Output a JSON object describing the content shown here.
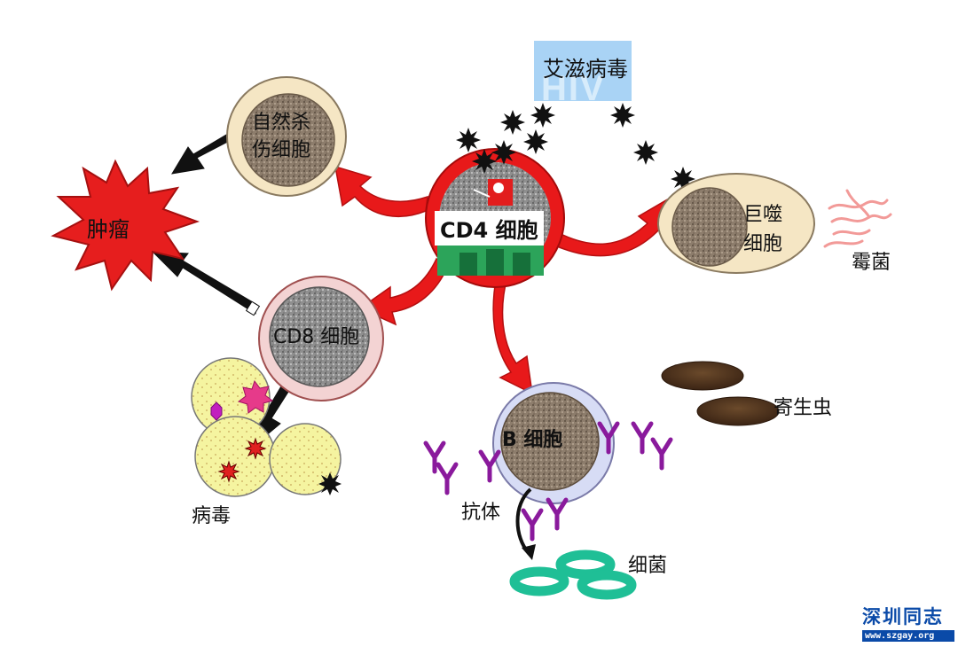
{
  "labels": {
    "aids_virus": "艾滋病毒",
    "hiv": "HIV",
    "cd4_cell": "CD4 细胞",
    "nk_cell": "自然杀\n伤细胞",
    "tumor": "肿瘤",
    "cd8_cell": "CD8 细胞",
    "virus": "病毒",
    "b_cell": "B 细胞",
    "antibody": "抗体",
    "bacteria": "细菌",
    "macrophage": "巨噬\n细胞",
    "mold": "霉菌",
    "parasite": "寄生虫"
  },
  "watermark": {
    "name": "深圳同志",
    "url": "www.szgay.org"
  },
  "colors": {
    "arrow_red": "#e8191a",
    "arrow_black": "#111111",
    "antibody_purple": "#8a1a9c",
    "bacteria_green": "#1fbf96",
    "cell_beige": "#f5e6c4",
    "cell_pink": "#f3d3d3",
    "cell_blue": "#d7dcf5",
    "virus_yellow": "#f3f39a",
    "hiv_blue": "#a9d3f5"
  }
}
